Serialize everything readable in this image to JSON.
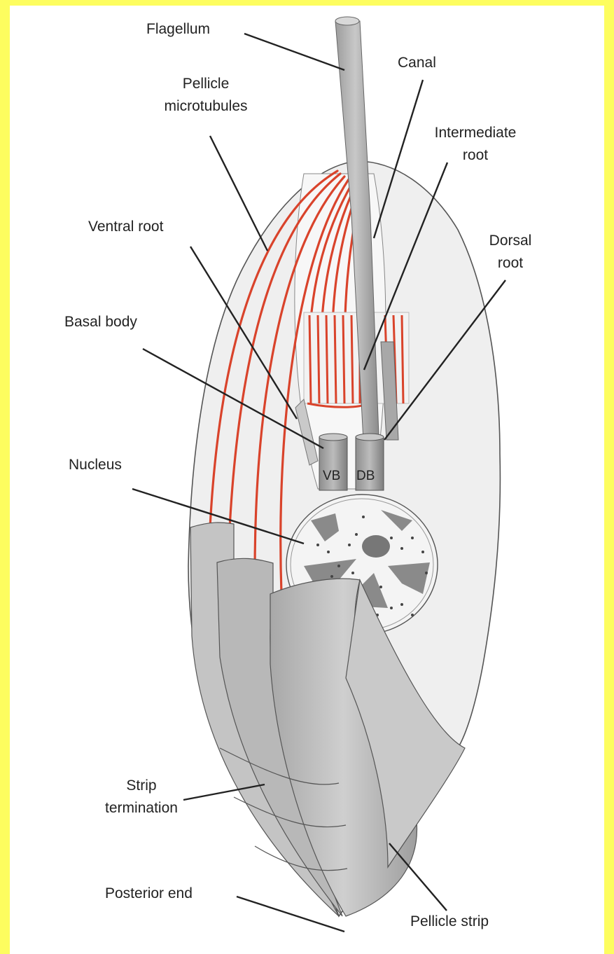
{
  "labels": {
    "flagellum": "Flagellum",
    "pellicle_microtubules": [
      "Pellicle",
      "microtubules"
    ],
    "canal": "Canal",
    "intermediate_root": [
      "Intermediate",
      "root"
    ],
    "ventral_root": "Ventral root",
    "dorsal_root": [
      "Dorsal",
      "root"
    ],
    "basal_body": "Basal body",
    "nucleus": "Nucleus",
    "strip_termination": [
      "Strip",
      "termination"
    ],
    "posterior_end": "Posterior end",
    "pellicle_strip": "Pellicle strip",
    "vb": "VB",
    "db": "DB"
  },
  "colors": {
    "background_border": "#fdfd5f",
    "microtubules": "#d9432b",
    "cell_body": "#eeeeee",
    "pellicle_strip": "#bdbdbd",
    "outline": "#333333"
  }
}
